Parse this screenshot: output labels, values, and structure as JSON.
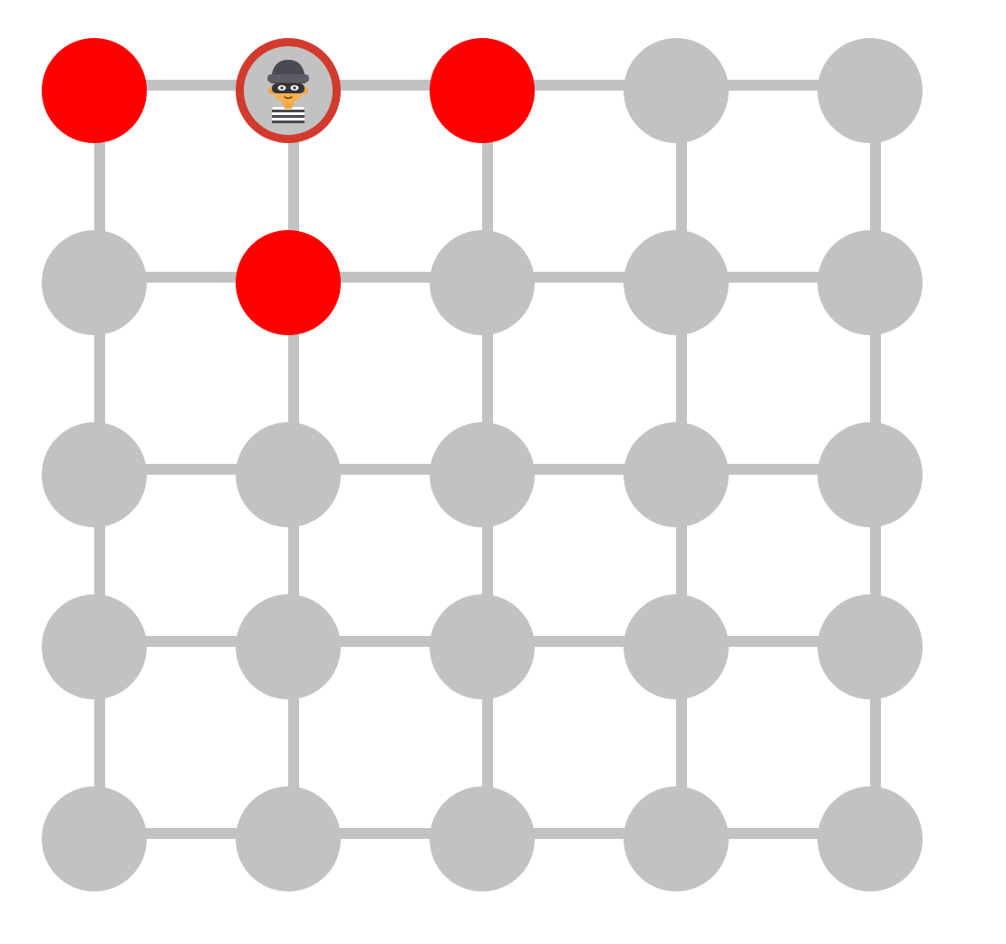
{
  "game": {
    "type": "circle-the-thief",
    "grid": {
      "rows": 5,
      "cols": 5
    },
    "colors": {
      "background": "#ffffff",
      "edge": "#c2c2c2",
      "node_empty": "#c2c2c2",
      "node_blocked": "#ff0000",
      "thief_ring": "#d23a2e"
    },
    "blocked_nodes": [
      {
        "row": 0,
        "col": 0
      },
      {
        "row": 0,
        "col": 2
      },
      {
        "row": 1,
        "col": 1
      }
    ],
    "thief": {
      "row": 0,
      "col": 1,
      "icon": "thief-icon"
    }
  }
}
